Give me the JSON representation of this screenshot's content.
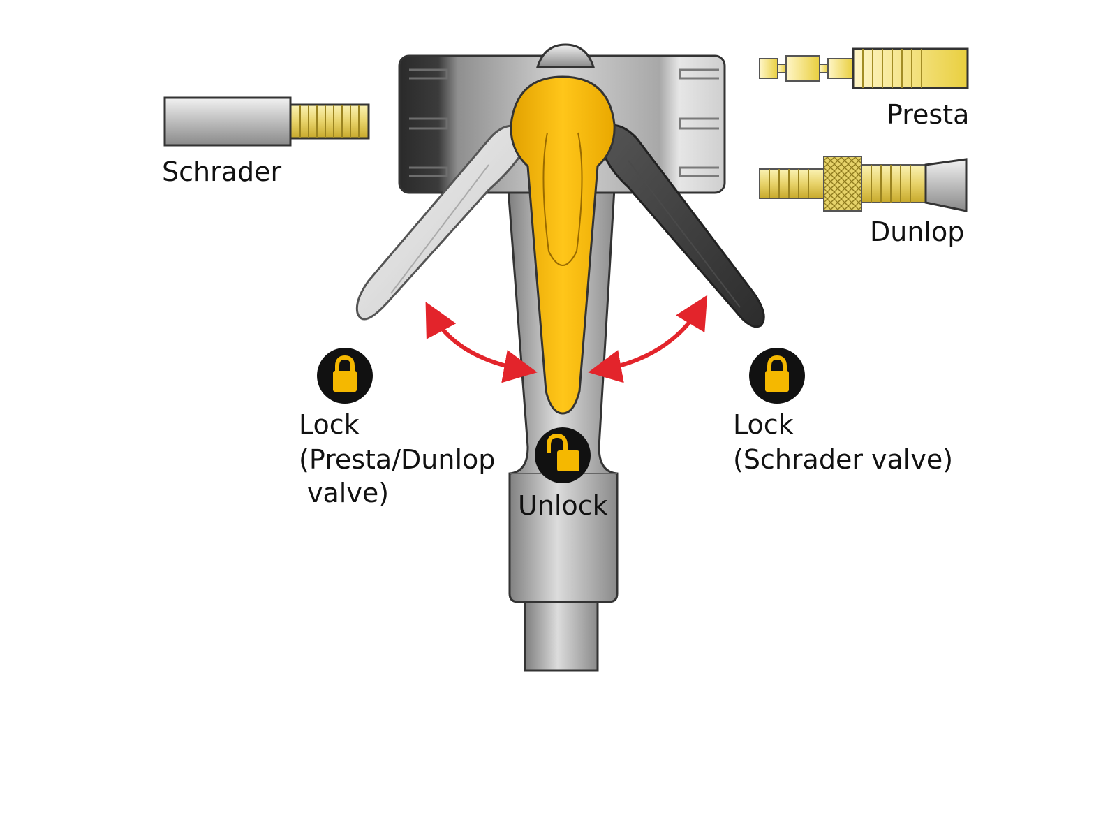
{
  "valves": {
    "schrader": "Schrader",
    "presta": "Presta",
    "dunlop": "Dunlop"
  },
  "positions": {
    "lock_left_line1": "Lock",
    "lock_left_line2": "(Presta/Dunlop",
    "lock_left_line3": "valve)",
    "unlock": "Unlock",
    "lock_right_line1": "Lock",
    "lock_right_line2": "(Schrader valve)"
  },
  "icons": {
    "lock_left": "lock-closed-icon",
    "lock_right": "lock-closed-icon",
    "unlock": "lock-open-icon"
  },
  "colors": {
    "lever_yellow": "#F5B800",
    "arrow_red": "#E3242B",
    "icon_black": "#111111",
    "metal_gray": "#B5B5B5",
    "brass": "#E8D36A"
  }
}
